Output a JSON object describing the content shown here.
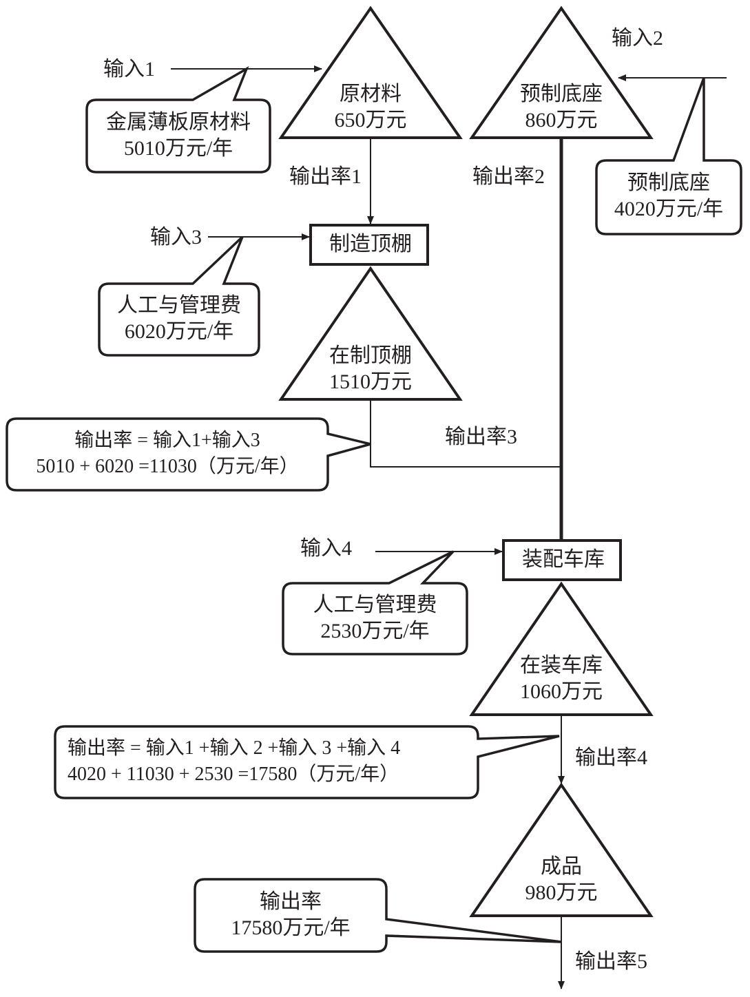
{
  "diagram": {
    "type": "inventory-flow",
    "stocks": [
      {
        "id": "raw",
        "name": "原材料",
        "value": "650万元"
      },
      {
        "id": "base",
        "name": "预制底座",
        "value": "860万元"
      },
      {
        "id": "wip_roof",
        "name": "在制顶棚",
        "value": "1510万元"
      },
      {
        "id": "wip_garage",
        "name": "在装车库",
        "value": "1060万元"
      },
      {
        "id": "finished",
        "name": "成品",
        "value": "980万元"
      }
    ],
    "processes": [
      {
        "id": "make_roof",
        "name": "制造顶棚"
      },
      {
        "id": "assemble",
        "name": "装配车库"
      }
    ],
    "inputs": {
      "input1": "输入1",
      "input2": "输入2",
      "input3": "输入3",
      "input4": "输入4"
    },
    "rates": {
      "rate1": "输出率1",
      "rate2": "输出率2",
      "rate3": "输出率3",
      "rate4": "输出率4",
      "rate5": "输出率5"
    },
    "callouts": {
      "metal_sheet": {
        "line1": "金属薄板原材料",
        "line2": "5010万元/年"
      },
      "prefab_base": {
        "line1": "预制底座",
        "line2": "4020万元/年"
      },
      "labor_roof": {
        "line1": "人工与管理费",
        "line2": "6020万元/年"
      },
      "rate3_formula": {
        "line1": "输出率 = 输入1+输入3",
        "line2": "5010 + 6020 =11030（万元/年）"
      },
      "labor_garage": {
        "line1": "人工与管理费",
        "line2": "2530万元/年"
      },
      "rate4_formula": {
        "line1": "输出率 = 输入1 +输入 2 +输入 3 +输入 4",
        "line2": "4020 + 11030 + 2530 =17580（万元/年）"
      },
      "rate5_value": {
        "line1": "输出率",
        "line2": "17580万元/年"
      }
    },
    "colors": {
      "stroke": "#231f20",
      "background": "#ffffff"
    }
  }
}
